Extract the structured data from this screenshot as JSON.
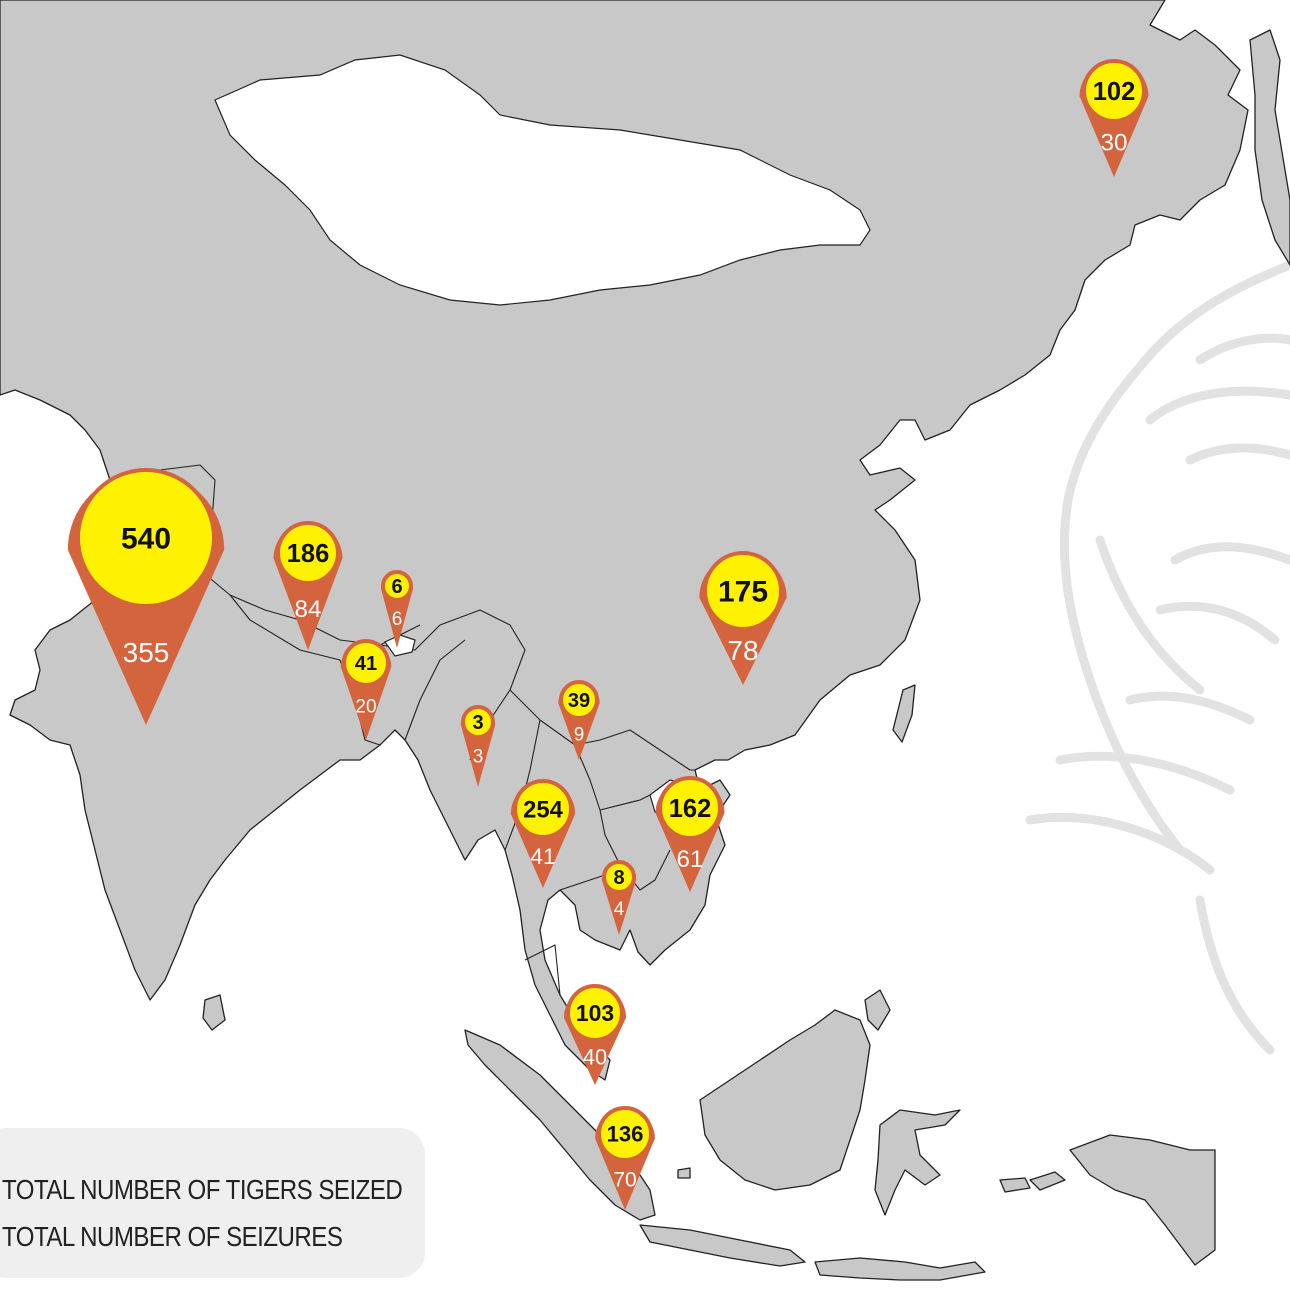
{
  "legend": {
    "tigers_label": "TOTAL NUMBER OF TIGERS SEIZED",
    "seizures_label": "TOTAL NUMBER OF SEIZURES"
  },
  "colors": {
    "land": "#c8c8c8",
    "pin_head": "#fff200",
    "pin_body": "#d4643e",
    "legend_box": "#efefef"
  },
  "markers": [
    {
      "id": "india",
      "tigers": "540",
      "seizures": "355"
    },
    {
      "id": "nepal",
      "tigers": "186",
      "seizures": "84"
    },
    {
      "id": "bhutan",
      "tigers": "6",
      "seizures": "6"
    },
    {
      "id": "bangladesh",
      "tigers": "41",
      "seizures": "20"
    },
    {
      "id": "myanmar",
      "tigers": "3",
      "seizures": "3"
    },
    {
      "id": "laos",
      "tigers": "39",
      "seizures": "9"
    },
    {
      "id": "china",
      "tigers": "175",
      "seizures": "78"
    },
    {
      "id": "thailand",
      "tigers": "254",
      "seizures": "41"
    },
    {
      "id": "vietnam",
      "tigers": "162",
      "seizures": "61"
    },
    {
      "id": "cambodia",
      "tigers": "8",
      "seizures": "4"
    },
    {
      "id": "malaysia",
      "tigers": "103",
      "seizures": "40"
    },
    {
      "id": "indonesia",
      "tigers": "136",
      "seizures": "70"
    },
    {
      "id": "russia",
      "tigers": "102",
      "seizures": "30"
    }
  ]
}
